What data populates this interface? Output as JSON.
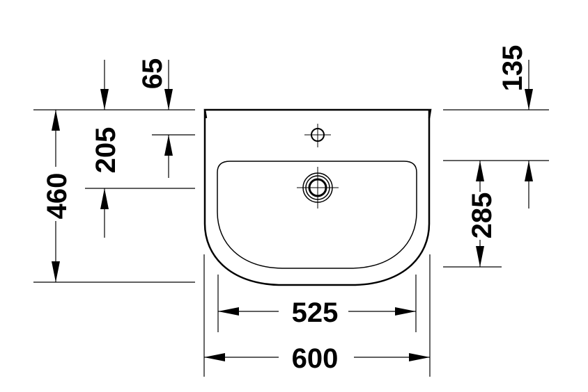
{
  "dimensions": {
    "top_hole_offset": "65",
    "top_right_offset": "135",
    "tap_hole_depth": "205",
    "overall_depth": "460",
    "bowl_depth": "285",
    "bowl_width": "525",
    "overall_width": "600"
  },
  "colors": {
    "line": "#000000",
    "background": "#ffffff"
  }
}
